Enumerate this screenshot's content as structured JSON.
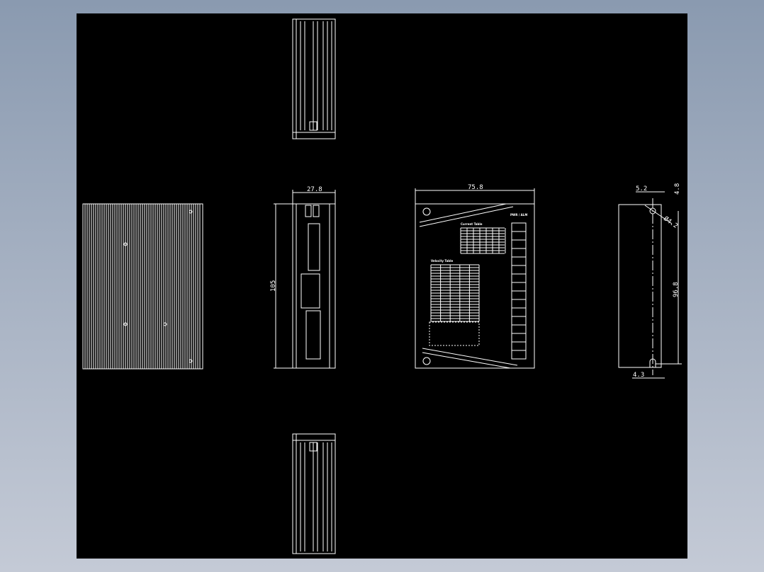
{
  "colors": {
    "background": "#000000",
    "lines": "#ffffff",
    "frame": "#8a9ab0"
  },
  "dimensions": {
    "side_width": "27.8",
    "side_height": "105",
    "front_width": "75.8",
    "hole_offset_x": "5.2",
    "hole_offset_y": "4.8",
    "hole_diameter": "Ø4.2",
    "hole_spacing": "96.8",
    "slot_width": "4.3"
  },
  "front_panel": {
    "indicator_label": "PWR / ALM",
    "current_table_title": "Current Table",
    "velocity_table_title": "Velocity Table"
  }
}
